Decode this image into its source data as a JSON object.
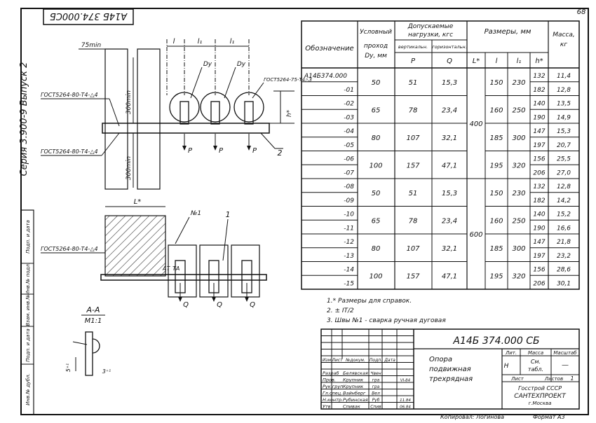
{
  "sheet": {
    "page_number": "68",
    "stamp_code": "А14Б 374.000СБ",
    "series_text": "Серия 3.900-9   Выпуск 2",
    "copied_by": "Копировал: Логинова",
    "format": "Формат А3"
  },
  "side_strip": [
    "Подп. и дата",
    "Инв.№ подл.",
    "Взам. инв.№",
    "Подп. и дата",
    "Инв.№ дубл."
  ],
  "drawing": {
    "dim_75min": "75min",
    "dim_l": "l",
    "dim_l1a": "l₁",
    "dim_l1b": "l₁",
    "dim_dy1": "Dу",
    "dim_dy2": "Dу",
    "gost_top_right": "ГОСТ5264-75-Т4△3",
    "gost_1": "ГОСТ5264-80-Т4-△4",
    "gost_2": "ГОСТ5264-80-Т4-△4",
    "gost_3": "ГОСТ5264-80-Т4-△4",
    "dim_300min_1": "300min",
    "dim_300min_2": "300min",
    "dim_h": "h*",
    "load_p1": "P",
    "load_p2": "P",
    "load_p3": "P",
    "callout_2": "2",
    "dim_L": "L*",
    "weld_label": "№1",
    "callout_1": "1",
    "weld_at": "АТ",
    "weld_ta": "ТА",
    "load_q1": "Q",
    "load_q2": "Q",
    "load_q3": "Q",
    "section_title": "А-А",
    "section_scale": "М1:1",
    "dim_5": "5⁺¹",
    "dim_3": "3⁺¹"
  },
  "table": {
    "headers": {
      "designation": "Обозначение",
      "dy_1": "Условный",
      "dy_2": "проход",
      "dy_3": "Dу, мм",
      "loads_1": "Допускаемые",
      "loads_2": "нагрузки, кгс",
      "vertical": "вертикальн.",
      "horizontal": "горизонтальн.",
      "p": "P",
      "q": "Q",
      "sizes": "Размеры, мм",
      "L": "L*",
      "l": "l",
      "l1": "l₁",
      "h": "h*",
      "mass_1": "Масса,",
      "mass_2": "кг"
    },
    "rows": [
      {
        "designation": "А14Б374.000",
        "h": "132",
        "mass": "11,4"
      },
      {
        "designation": "-01",
        "h": "182",
        "mass": "12,8"
      },
      {
        "designation": "-02",
        "h": "140",
        "mass": "13,5"
      },
      {
        "designation": "-03",
        "h": "190",
        "mass": "14,9"
      },
      {
        "designation": "-04",
        "h": "147",
        "mass": "15,3"
      },
      {
        "designation": "-05",
        "h": "197",
        "mass": "20,7"
      },
      {
        "designation": "-06",
        "h": "156",
        "mass": "25,5"
      },
      {
        "designation": "-07",
        "h": "206",
        "mass": "27,0"
      },
      {
        "designation": "-08",
        "h": "132",
        "mass": "12,8"
      },
      {
        "designation": "-09",
        "h": "182",
        "mass": "14,2"
      },
      {
        "designation": "-10",
        "h": "140",
        "mass": "15,2"
      },
      {
        "designation": "-11",
        "h": "190",
        "mass": "16,6"
      },
      {
        "designation": "-12",
        "h": "147",
        "mass": "21,8"
      },
      {
        "designation": "-13",
        "h": "197",
        "mass": "23,2"
      },
      {
        "designation": "-14",
        "h": "156",
        "mass": "28,6"
      },
      {
        "designation": "-15",
        "h": "206",
        "mass": "30,1"
      }
    ],
    "groups": [
      {
        "dy": "50",
        "p": "51",
        "q": "15,3",
        "l": "150",
        "l1": "230"
      },
      {
        "dy": "65",
        "p": "78",
        "q": "23,4",
        "l": "160",
        "l1": "250"
      },
      {
        "dy": "80",
        "p": "107",
        "q": "32,1",
        "l": "185",
        "l1": "300"
      },
      {
        "dy": "100",
        "p": "157",
        "q": "47,1",
        "l": "195",
        "l1": "320"
      },
      {
        "dy": "50",
        "p": "51",
        "q": "15,3",
        "l": "150",
        "l1": "230"
      },
      {
        "dy": "65",
        "p": "78",
        "q": "23,4",
        "l": "160",
        "l1": "250"
      },
      {
        "dy": "80",
        "p": "107",
        "q": "32,1",
        "l": "185",
        "l1": "300"
      },
      {
        "dy": "100",
        "p": "157",
        "q": "47,1",
        "l": "195",
        "l1": "320"
      }
    ],
    "L_values": [
      "400",
      "600"
    ]
  },
  "notes": {
    "n1": "1.* Размеры для справок.",
    "n2": "2. ±  IT/2",
    "n3": "3. Швы №1 - сварка ручная дуговая"
  },
  "title_block": {
    "code": "А14Б 374.000 СБ",
    "name_1": "Опора",
    "name_2": "подвижная",
    "name_3": "трехрядная",
    "col_izm": "Изм",
    "col_list": "Лист",
    "col_doc": "№докум.",
    "col_sign": "Подп.",
    "col_date": "Дата",
    "roles": [
      {
        "role": "Разраб",
        "name": "Белявская",
        "sign": "Чвен",
        "date": ""
      },
      {
        "role": "Пров.",
        "name": "Крупник",
        "sign": "гра",
        "date": "VI-84"
      },
      {
        "role": "Рук.груп",
        "name": "Крупник",
        "sign": "гра",
        "date": ""
      },
      {
        "role": "Гл.спец.",
        "name": "Вайнберг",
        "sign": "Вел",
        "date": ""
      },
      {
        "role": "Н.контр.",
        "name": "Рубинская",
        "sign": "Руб",
        "date": "11.84"
      },
      {
        "role": "Утв",
        "name": "Спивак",
        "sign": "Спив",
        "date": "06.84"
      }
    ],
    "lit_label": "Лит.",
    "lit_value": "Н",
    "mass_label": "Масса",
    "mass_value_1": "См.",
    "mass_value_2": "табл.",
    "scale_label": "Масштаб",
    "scale_value": "—",
    "sheet_label": "Лист",
    "sheets_label": "Листов",
    "sheets_value": "1",
    "org_1": "Госстрой           СССР",
    "org_2": "САНТЕХПРОЕКТ",
    "org_3": "г.Москва"
  }
}
